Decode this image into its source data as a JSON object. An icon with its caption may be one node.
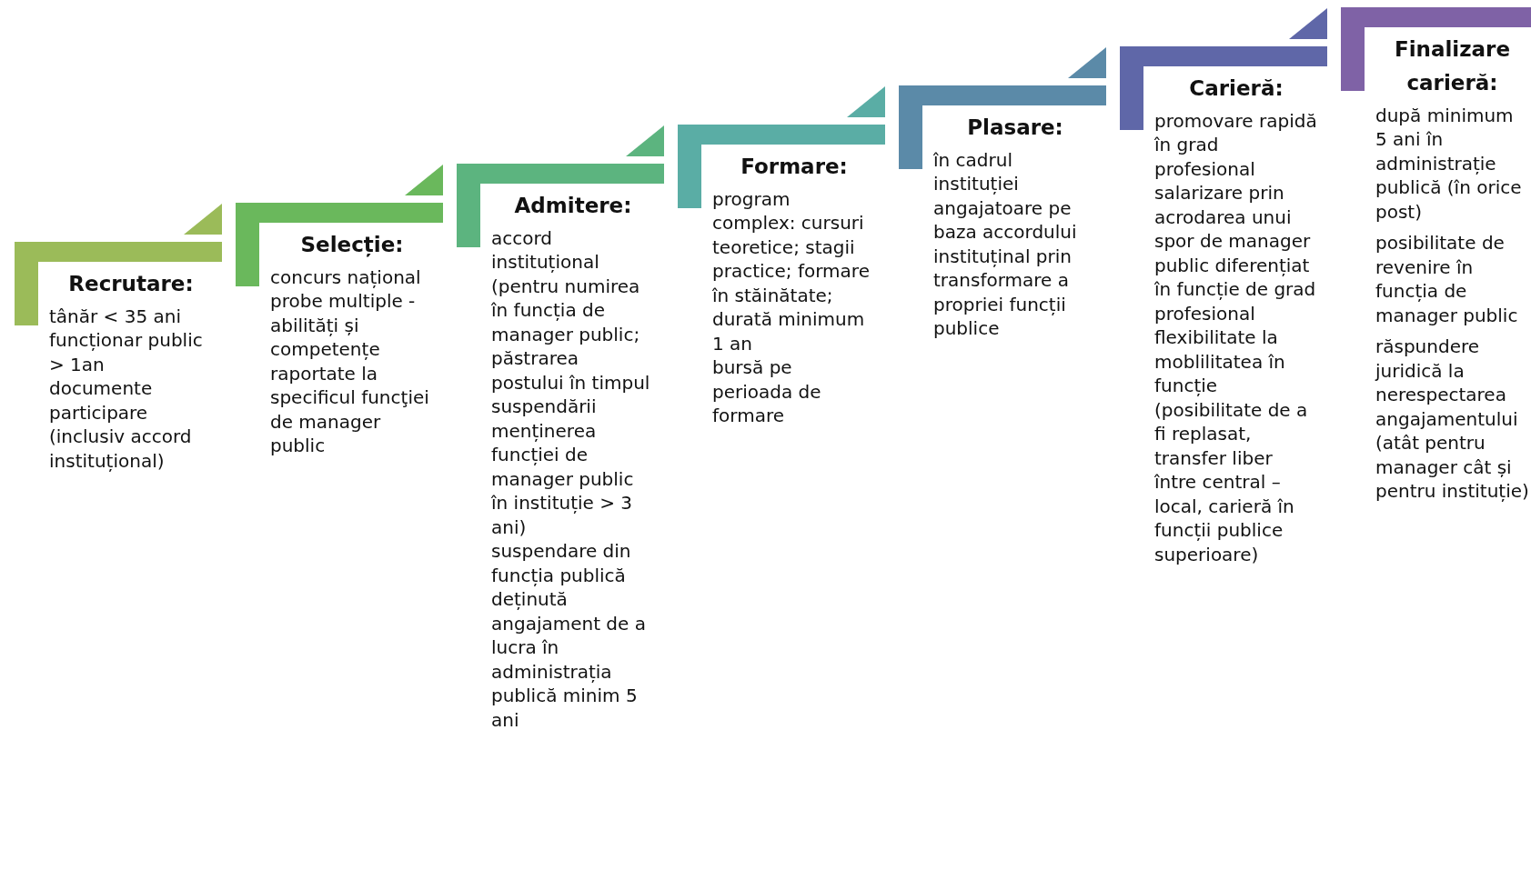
{
  "diagram": {
    "nodes": [
      {
        "text": [
          "Recrutare:",
          "tânăr < 35 ani",
          "funcționar public >  1an",
          "documente participare (inclusiv accord instituțional)"
        ]
      },
      {
        "text": [
          "Selecție:",
          "concurs național",
          "probe multiple - abilități și competențe raportate la specificul funcţiei de manager public"
        ]
      },
      {
        "text": [
          "Admitere:",
          "accord instituțional (pentru numirea în funcția de manager public;",
          "păstrarea postului în timpul suspendării",
          "menținerea funcției de manager public în instituție >  3 ani)",
          "suspendare din funcția publică deținută",
          "angajament de a lucra în administrația publică minim 5 ani"
        ]
      },
      {
        "text": [
          "Formare:",
          "program complex: cursuri teoretice; stagii practice; formare în stăinătate;",
          "durată minimum 1 an",
          "bursă pe perioada de formare"
        ]
      },
      {
        "text": [
          "Plasare:",
          "în cadrul instituției angajatoare pe baza accordului instituținal prin transformare a propriei funcții publice"
        ]
      },
      {
        "text": [
          "Carieră:",
          "promovare rapidă în grad profesional",
          "salarizare prin acrodarea unui spor de manager public diferențiat în funcție de grad profesional",
          "flexibilitate la moblilitatea în funcție (posibilitate de a fi replasat, transfer liber între central – local, carieră în funcții publice superioare)"
        ]
      },
      {
        "text": [
          "Finalizare carieră:",
          "după minimum 5 ani în administrație publică (în orice post)",
          "posibilitate de revenire în funcția de manager public",
          "răspundere juridică la nerespectarea angajamentului (atât pentru manager cât și pentru instituție)"
        ]
      }
    ]
  }
}
